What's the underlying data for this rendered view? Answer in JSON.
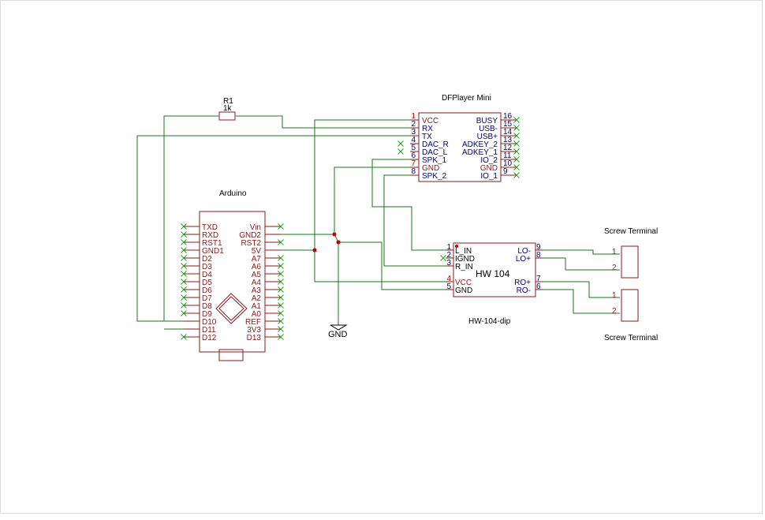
{
  "components": {
    "resistor": {
      "ref": "R1",
      "value": "1k"
    },
    "dfplayer": {
      "title": "DFPlayer Mini",
      "left_pins": [
        {
          "num": "1",
          "name": "VCC",
          "power": true
        },
        {
          "num": "2",
          "name": "RX"
        },
        {
          "num": "3",
          "name": "TX"
        },
        {
          "num": "4",
          "name": "DAC_R"
        },
        {
          "num": "5",
          "name": "DAC_L"
        },
        {
          "num": "6",
          "name": "SPK_1"
        },
        {
          "num": "7",
          "name": "GND",
          "power": true
        },
        {
          "num": "8",
          "name": "SPK_2"
        }
      ],
      "right_pins": [
        {
          "num": "16",
          "name": "BUSY"
        },
        {
          "num": "15",
          "name": "USB-"
        },
        {
          "num": "14",
          "name": "USB+"
        },
        {
          "num": "13",
          "name": "ADKEY_2"
        },
        {
          "num": "12",
          "name": "ADKEY_1"
        },
        {
          "num": "11",
          "name": "IO_2"
        },
        {
          "num": "10",
          "name": "GND",
          "power": true
        },
        {
          "num": "9",
          "name": "IO_1"
        }
      ]
    },
    "arduino": {
      "title": "Arduino",
      "left_pins": [
        "TXD",
        "RXD",
        "RST1",
        "GND1",
        "D2",
        "D3",
        "D4",
        "D5",
        "D6",
        "D7",
        "D8",
        "D9",
        "D10",
        "D11",
        "D12"
      ],
      "right_pins": [
        "Vin",
        "GND2",
        "RST2",
        "5V",
        "A7",
        "A6",
        "A5",
        "A4",
        "A3",
        "A2",
        "A1",
        "A0",
        "REF",
        "3V3",
        "D13"
      ]
    },
    "hw104": {
      "title": "HW 104",
      "subtitle": "HW-104-dip",
      "left_pins": [
        {
          "num": "1",
          "name": "L_IN"
        },
        {
          "num": "2",
          "name": "IGND",
          "power": true
        },
        {
          "num": "3",
          "name": "R_IN"
        },
        {
          "num": "4",
          "name": "VCC",
          "power": true
        },
        {
          "num": "5",
          "name": "GND",
          "power": true
        }
      ],
      "right_pins": [
        {
          "num": "9",
          "name": "LO-"
        },
        {
          "num": "8",
          "name": "LO+"
        },
        {
          "num": "7",
          "name": "RO+"
        },
        {
          "num": "6",
          "name": "RO-"
        }
      ]
    },
    "screw_terminal_1": {
      "title": "Screw Terminal",
      "pins": [
        "1",
        "2"
      ]
    },
    "screw_terminal_2": {
      "title": "Screw Terminal",
      "pins": [
        "1",
        "2"
      ]
    },
    "gnd_symbol": {
      "label": "GND"
    }
  },
  "colors": {
    "component": "#8b1a1a",
    "wire": "#1a7a1a",
    "no_connect": "#1aa01a",
    "pin_text": "#000080",
    "junction": "#c00000"
  }
}
